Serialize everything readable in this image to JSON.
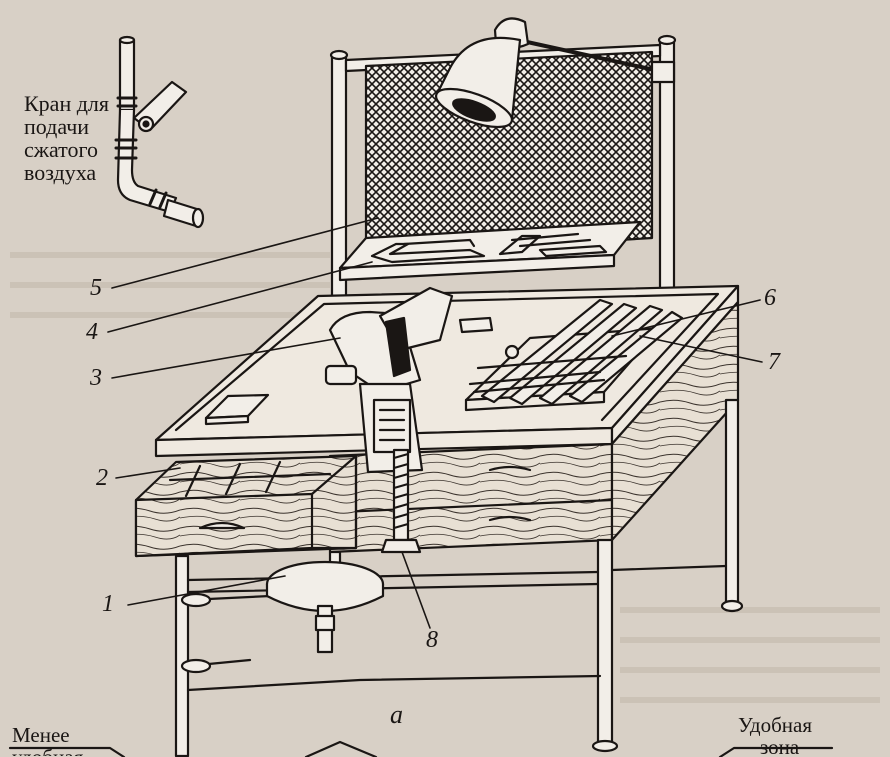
{
  "labels": {
    "air_tap": [
      "Кран для",
      "подачи",
      "сжатого",
      "воздуха"
    ],
    "callouts": [
      "1",
      "2",
      "3",
      "4",
      "5",
      "6",
      "7",
      "8"
    ],
    "figure_letter": "а",
    "zone_left": [
      "Менее",
      "удобная"
    ],
    "zone_right": [
      "Удобная",
      "зона"
    ]
  },
  "colors": {
    "background": "#d8d0c6",
    "ink": "#1a1614",
    "wood": "#e8e0d4",
    "metal": "#f2eee8"
  }
}
